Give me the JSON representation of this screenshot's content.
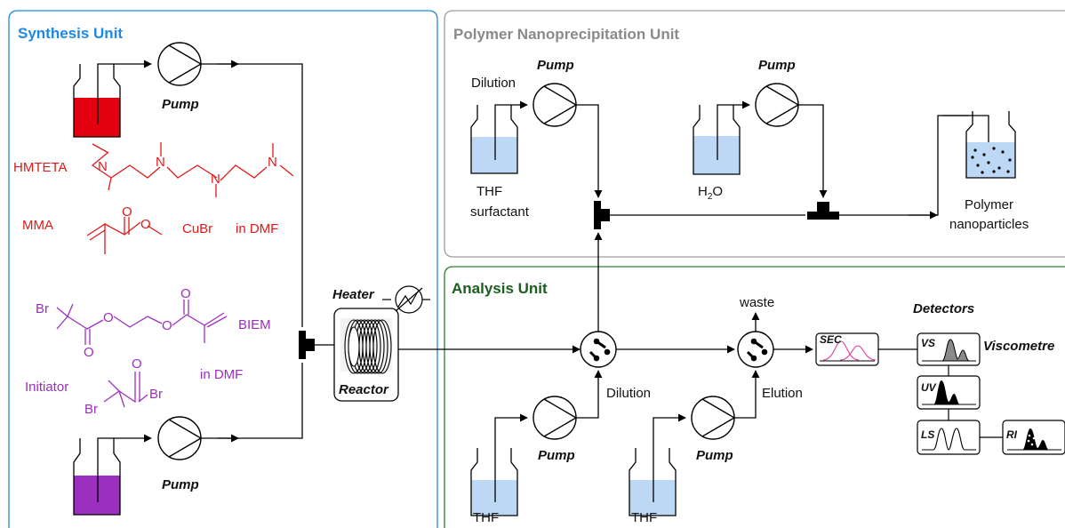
{
  "units": {
    "synthesis": "Synthesis Unit",
    "nanoprecipitation": "Polymer Nanoprecipitation Unit",
    "analysis": "Analysis Unit"
  },
  "labels": {
    "pump": "Pump",
    "heater": "Heater",
    "reactor": "Reactor",
    "dilution": "Dilution",
    "elution": "Elution",
    "waste": "waste",
    "detectors": "Detectors",
    "viscometre": "Viscometre",
    "thf": "THF",
    "thf_surfactant_1": "THF",
    "thf_surfactant_2": "surfactant",
    "h2o_main": "H",
    "h2o_sub": "2",
    "h2o_tail": "O",
    "polymer_1": "Polymer",
    "polymer_2": "nanoparticles"
  },
  "chemicals": {
    "hmteta": "HMTETA",
    "mma": "MMA",
    "cubr": "CuBr",
    "in_dmf_1": "in DMF",
    "biem": "BIEM",
    "in_dmf_2": "in DMF",
    "initiator": "Initiator",
    "atom_n": "N",
    "atom_o": "O",
    "atom_br": "Br"
  },
  "detectors": {
    "sec": "SEC",
    "vs": "VS",
    "uv": "UV",
    "ls": "LS",
    "ri": "RI"
  },
  "colors": {
    "synthesis_border": "#1e88e5",
    "synthesis_title": "#1e88e5",
    "nano_border": "#9e9e9e",
    "nano_title": "#8a8a8a",
    "analysis_border": "#2e7d32",
    "analysis_title": "#1b5e20",
    "red_liquid": "#e3000f",
    "purple_liquid": "#9b2fc0",
    "solvent": "#bcd8f5"
  }
}
